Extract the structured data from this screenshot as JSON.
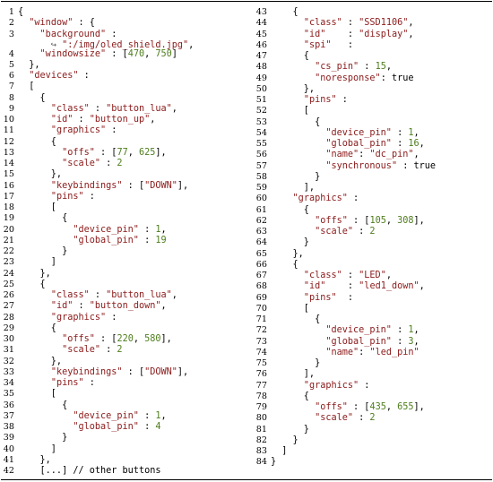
{
  "listing": {
    "left_column": [
      {
        "n": "1",
        "text": "{"
      },
      {
        "n": "2",
        "text": "  \"window\" : {"
      },
      {
        "n": "3",
        "text": "    \"background\" :",
        "cont": "      ↪ \":/img/oled_shield.jpg\","
      },
      {
        "n": "4",
        "text": "    \"windowsize\" : [470, 750]"
      },
      {
        "n": "5",
        "text": "  },"
      },
      {
        "n": "6",
        "text": "  \"devices\" :"
      },
      {
        "n": "7",
        "text": "  ["
      },
      {
        "n": "8",
        "text": "    {"
      },
      {
        "n": "9",
        "text": "      \"class\" : \"button_lua\","
      },
      {
        "n": "10",
        "text": "      \"id\" : \"button_up\","
      },
      {
        "n": "11",
        "text": "      \"graphics\" :"
      },
      {
        "n": "12",
        "text": "      {"
      },
      {
        "n": "13",
        "text": "        \"offs\" : [77, 625],"
      },
      {
        "n": "14",
        "text": "        \"scale\" : 2"
      },
      {
        "n": "15",
        "text": "      },"
      },
      {
        "n": "16",
        "text": "      \"keybindings\" : [\"DOWN\"],"
      },
      {
        "n": "17",
        "text": "      \"pins\" :"
      },
      {
        "n": "18",
        "text": "      ["
      },
      {
        "n": "19",
        "text": "        {"
      },
      {
        "n": "20",
        "text": "          \"device_pin\" : 1,"
      },
      {
        "n": "21",
        "text": "          \"global_pin\" : 19"
      },
      {
        "n": "22",
        "text": "        }"
      },
      {
        "n": "23",
        "text": "      ]"
      },
      {
        "n": "24",
        "text": "    },"
      },
      {
        "n": "25",
        "text": "    {"
      },
      {
        "n": "26",
        "text": "      \"class\" : \"button_lua\","
      },
      {
        "n": "27",
        "text": "      \"id\" : \"button_down\","
      },
      {
        "n": "28",
        "text": "      \"graphics\" :"
      },
      {
        "n": "29",
        "text": "      {"
      },
      {
        "n": "30",
        "text": "        \"offs\" : [220, 580],"
      },
      {
        "n": "31",
        "text": "        \"scale\" : 2"
      },
      {
        "n": "32",
        "text": "      },"
      },
      {
        "n": "33",
        "text": "      \"keybindings\" : [\"DOWN\"],"
      },
      {
        "n": "34",
        "text": "      \"pins\" :"
      },
      {
        "n": "35",
        "text": "      ["
      },
      {
        "n": "36",
        "text": "        {"
      },
      {
        "n": "37",
        "text": "          \"device_pin\" : 1,"
      },
      {
        "n": "38",
        "text": "          \"global_pin\" : 4"
      },
      {
        "n": "39",
        "text": "        }"
      },
      {
        "n": "40",
        "text": "      ]"
      },
      {
        "n": "41",
        "text": "    },"
      },
      {
        "n": "42",
        "text": "    [...] // other buttons"
      }
    ],
    "right_column": [
      {
        "n": "43",
        "text": "    {"
      },
      {
        "n": "44",
        "text": "      \"class\" : \"SSD1106\","
      },
      {
        "n": "45",
        "text": "      \"id\"    : \"display\","
      },
      {
        "n": "46",
        "text": "      \"spi\"   :"
      },
      {
        "n": "47",
        "text": "      {"
      },
      {
        "n": "48",
        "text": "        \"cs_pin\" : 15,"
      },
      {
        "n": "49",
        "text": "        \"noresponse\": true"
      },
      {
        "n": "50",
        "text": "      },"
      },
      {
        "n": "51",
        "text": "      \"pins\" :"
      },
      {
        "n": "52",
        "text": "      ["
      },
      {
        "n": "53",
        "text": "        {"
      },
      {
        "n": "54",
        "text": "          \"device_pin\" : 1,"
      },
      {
        "n": "55",
        "text": "          \"global_pin\" : 16,"
      },
      {
        "n": "56",
        "text": "          \"name\": \"dc_pin\","
      },
      {
        "n": "57",
        "text": "          \"synchronous\" : true"
      },
      {
        "n": "58",
        "text": "        }"
      },
      {
        "n": "59",
        "text": "      ],"
      },
      {
        "n": "60",
        "text": "    \"graphics\" :"
      },
      {
        "n": "61",
        "text": "      {"
      },
      {
        "n": "62",
        "text": "        \"offs\" : [105, 308],"
      },
      {
        "n": "63",
        "text": "        \"scale\" : 2"
      },
      {
        "n": "64",
        "text": "      }"
      },
      {
        "n": "65",
        "text": "    },"
      },
      {
        "n": "66",
        "text": "    {"
      },
      {
        "n": "67",
        "text": "      \"class\" : \"LED\","
      },
      {
        "n": "68",
        "text": "      \"id\"    : \"led1_down\","
      },
      {
        "n": "69",
        "text": "      \"pins\"  :"
      },
      {
        "n": "70",
        "text": "      ["
      },
      {
        "n": "71",
        "text": "        {"
      },
      {
        "n": "72",
        "text": "          \"device_pin\" : 1,"
      },
      {
        "n": "73",
        "text": "          \"global_pin\" : 3,"
      },
      {
        "n": "74",
        "text": "          \"name\": \"led_pin\""
      },
      {
        "n": "75",
        "text": "        }"
      },
      {
        "n": "76",
        "text": "      ],"
      },
      {
        "n": "77",
        "text": "      \"graphics\" :"
      },
      {
        "n": "78",
        "text": "      {"
      },
      {
        "n": "79",
        "text": "        \"offs\" : [435, 655],"
      },
      {
        "n": "80",
        "text": "        \"scale\" : 2"
      },
      {
        "n": "81",
        "text": "      }"
      },
      {
        "n": "82",
        "text": "    }"
      },
      {
        "n": "83",
        "text": "  ]"
      },
      {
        "n": "84",
        "text": "}"
      }
    ]
  }
}
